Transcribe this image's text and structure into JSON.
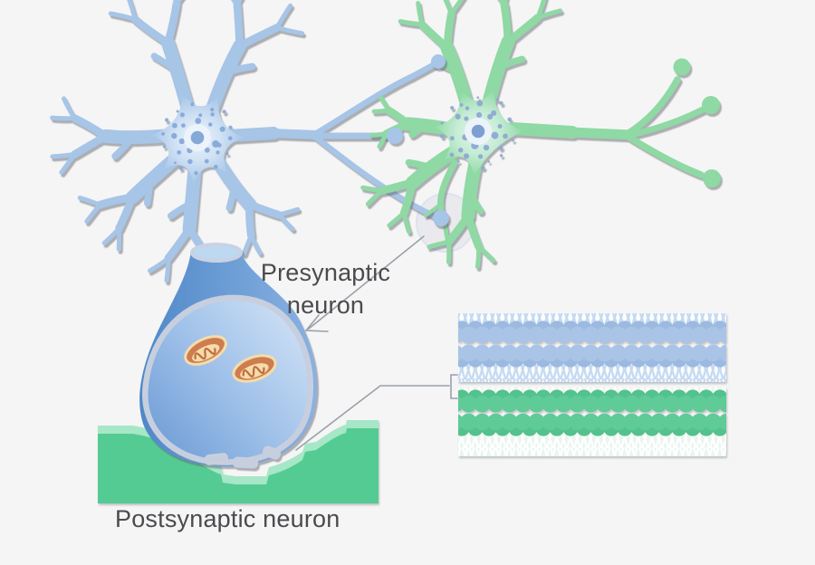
{
  "figure": {
    "type": "biology-diagram",
    "subject": "Neuron synapse",
    "labels": {
      "presynaptic_line1": "Presynaptic",
      "presynaptic_line2": "neuron",
      "postsynaptic": "Postsynaptic neuron"
    },
    "colors": {
      "background": "#f5f5f6",
      "presynaptic_blue": "#a6c5e7",
      "presynaptic_blue_dark": "#9cb9e0",
      "postsynaptic_green": "#8fd9a4",
      "postsynaptic_green_dark": "#7fd098",
      "soma_blue_center": "#edf4fc",
      "soma_green_center": "#e7f6ed",
      "speckle_blue": "#86a9da",
      "speckle_green": "#8ea8d4",
      "nucleus_fill": "#ecf3fb",
      "nucleolus_blue": "#84a8d8",
      "nucleolus_green": "#7d9fd2",
      "terminal_outer_left": "#4f88c9",
      "terminal_outer_right": "#8ab2e1",
      "terminal_neck_fill": "#bdd8f1",
      "vesicle_membrane_gray": "#c7cfdf",
      "vesicle_inner_light": "#d5e5f7",
      "vesicle_inner_dark": "#6d9cd6",
      "mitochondrion_body": "#cf7c4e",
      "mitochondrion_cream": "#f4dcab",
      "mitochondrion_cristae": "#c06b3e",
      "membrane_band_green": "#54cb93",
      "membrane_band_light": "#a6e7c7",
      "bilayer_blue_head": "#a9c4e6",
      "bilayer_blue_head2": "#9cb9e0",
      "bilayer_blue_tail": "#c5daf1",
      "bilayer_blue_bg": "#fbfdff",
      "bilayer_green_head": "#5fcb97",
      "bilayer_green_head2": "#53c28c",
      "bilayer_green_tail": "#ffffff",
      "bilayer_green_bg": "#e9f6ef",
      "annotation_line": "#9aa0a8",
      "highlight_circle": "#e7e8ec",
      "text": "#4b4b4e"
    }
  }
}
